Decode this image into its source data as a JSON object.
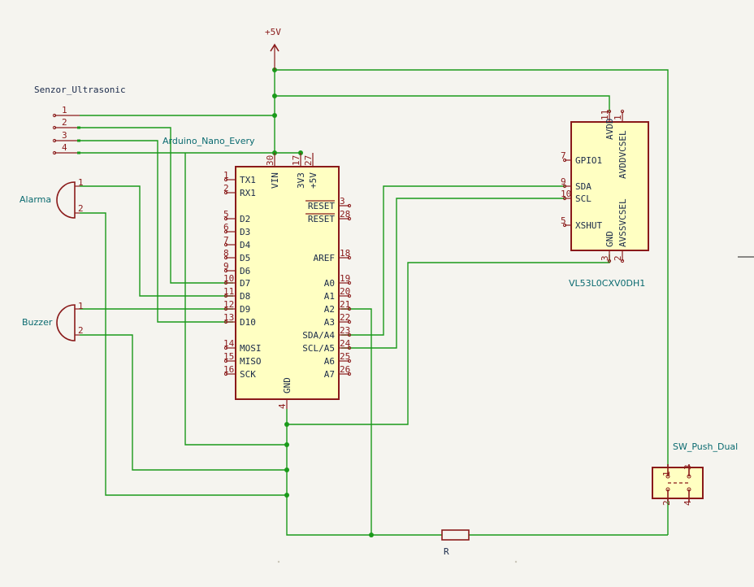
{
  "power": {
    "label": "+5V"
  },
  "components": {
    "sensor": {
      "label": "Senzor_Ultrasonic",
      "pins": [
        "1",
        "2",
        "3",
        "4"
      ]
    },
    "alarm": {
      "label": "Alarma",
      "pins": [
        "1",
        "2"
      ]
    },
    "buzzer": {
      "label": "Buzzer",
      "pins": [
        "1",
        "2"
      ]
    },
    "arduino": {
      "label": "Arduino_Nano_Every",
      "top_pins": [
        {
          "num": "30",
          "name": "VIN"
        },
        {
          "num": "17",
          "name": "3V3"
        },
        {
          "num": "27",
          "name": "+5V"
        }
      ],
      "bottom_pin": {
        "num": "4",
        "name": "GND"
      },
      "left_pins": [
        {
          "num": "1",
          "name": "TX1"
        },
        {
          "num": "2",
          "name": "RX1"
        },
        {
          "num": "5",
          "name": "D2"
        },
        {
          "num": "6",
          "name": "D3"
        },
        {
          "num": "7",
          "name": "D4"
        },
        {
          "num": "8",
          "name": "D5"
        },
        {
          "num": "9",
          "name": "D6"
        },
        {
          "num": "10",
          "name": "D7"
        },
        {
          "num": "11",
          "name": "D8"
        },
        {
          "num": "12",
          "name": "D9"
        },
        {
          "num": "13",
          "name": "D10"
        },
        {
          "num": "14",
          "name": "MOSI"
        },
        {
          "num": "15",
          "name": "MISO"
        },
        {
          "num": "16",
          "name": "SCK"
        }
      ],
      "right_pins": [
        {
          "num": "3",
          "name": "RESET"
        },
        {
          "num": "28",
          "name": "RESET"
        },
        {
          "num": "18",
          "name": "AREF"
        },
        {
          "num": "19",
          "name": "A0"
        },
        {
          "num": "20",
          "name": "A1"
        },
        {
          "num": "21",
          "name": "A2"
        },
        {
          "num": "22",
          "name": "A3"
        },
        {
          "num": "23",
          "name": "SDA/A4"
        },
        {
          "num": "24",
          "name": "SCL/A5"
        },
        {
          "num": "25",
          "name": "A6"
        },
        {
          "num": "26",
          "name": "A7"
        }
      ]
    },
    "vl53": {
      "label": "VL53L0CXV0DH1",
      "top_pins": [
        {
          "num": "11",
          "name": "AVDD"
        },
        {
          "num": "1",
          "name": "AVDDVCSEL"
        }
      ],
      "left_pins": [
        {
          "num": "7",
          "name": "GPIO1"
        },
        {
          "num": "9",
          "name": "SDA"
        },
        {
          "num": "10",
          "name": "SCL"
        },
        {
          "num": "5",
          "name": "XSHUT"
        }
      ],
      "bottom_pins": [
        {
          "num": "3",
          "name": "GND"
        },
        {
          "num": "2",
          "name": "AVSSVCSEL"
        }
      ]
    },
    "switch": {
      "label": "SW_Push_Dual",
      "pins": [
        "1",
        "3",
        "2",
        "4"
      ]
    },
    "resistor": {
      "label": "R"
    }
  }
}
